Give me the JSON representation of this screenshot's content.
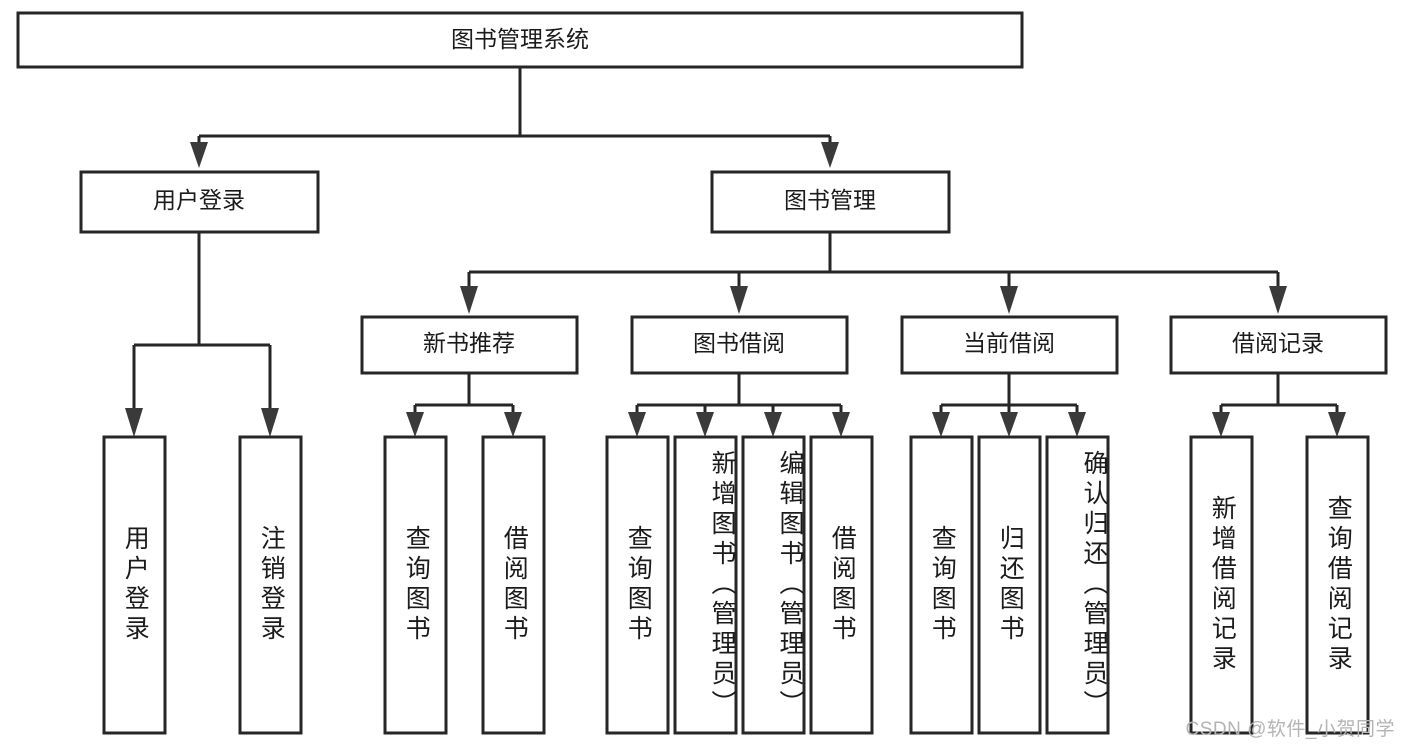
{
  "diagram": {
    "title": "图书管理系统",
    "type": "hierarchy-tree",
    "watermark": "CSDN @软件_小贺同学",
    "colors": {
      "box_stroke": "#262626",
      "box_fill": "#ffffff",
      "text": "#1b1b1b",
      "arrow": "#3a3a3a",
      "watermark": "#b4b4b4",
      "background": "#ffffff"
    },
    "levels": [
      {
        "level": 0,
        "nodes": [
          {
            "id": "root",
            "label": "图书管理系统",
            "orientation": "horizontal"
          }
        ]
      },
      {
        "level": 1,
        "nodes": [
          {
            "id": "login",
            "label": "用户登录",
            "orientation": "horizontal",
            "parent": "root"
          },
          {
            "id": "bookmgmt",
            "label": "图书管理",
            "orientation": "horizontal",
            "parent": "root"
          }
        ]
      },
      {
        "level": 2,
        "nodes": [
          {
            "id": "newbook",
            "label": "新书推荐",
            "orientation": "horizontal",
            "parent": "bookmgmt"
          },
          {
            "id": "borrow",
            "label": "图书借阅",
            "orientation": "horizontal",
            "parent": "bookmgmt"
          },
          {
            "id": "current",
            "label": "当前借阅",
            "orientation": "horizontal",
            "parent": "bookmgmt"
          },
          {
            "id": "records",
            "label": "借阅记录",
            "orientation": "horizontal",
            "parent": "bookmgmt"
          }
        ]
      },
      {
        "level": 3,
        "nodes": [
          {
            "id": "leaf-1",
            "label": "用户登录",
            "orientation": "vertical",
            "parent": "login"
          },
          {
            "id": "leaf-2",
            "label": "注销登录",
            "orientation": "vertical",
            "parent": "login"
          },
          {
            "id": "leaf-3",
            "label": "查询图书",
            "orientation": "vertical",
            "parent": "newbook"
          },
          {
            "id": "leaf-4",
            "label": "借阅图书",
            "orientation": "vertical",
            "parent": "newbook"
          },
          {
            "id": "leaf-5",
            "label": "查询图书",
            "orientation": "vertical",
            "parent": "borrow"
          },
          {
            "id": "leaf-6",
            "label": "新增图书（管理员）",
            "orientation": "vertical",
            "parent": "borrow"
          },
          {
            "id": "leaf-7",
            "label": "编辑图书（管理员）",
            "orientation": "vertical",
            "parent": "borrow"
          },
          {
            "id": "leaf-8",
            "label": "借阅图书",
            "orientation": "vertical",
            "parent": "borrow"
          },
          {
            "id": "leaf-9",
            "label": "查询图书",
            "orientation": "vertical",
            "parent": "current"
          },
          {
            "id": "leaf-10",
            "label": "归还图书",
            "orientation": "vertical",
            "parent": "current"
          },
          {
            "id": "leaf-11",
            "label": "确认归还（管理员）",
            "orientation": "vertical",
            "parent": "current"
          },
          {
            "id": "leaf-12",
            "label": "新增借阅记录",
            "orientation": "vertical",
            "parent": "records"
          },
          {
            "id": "leaf-13",
            "label": "查询借阅记录",
            "orientation": "vertical",
            "parent": "records"
          }
        ]
      }
    ]
  }
}
